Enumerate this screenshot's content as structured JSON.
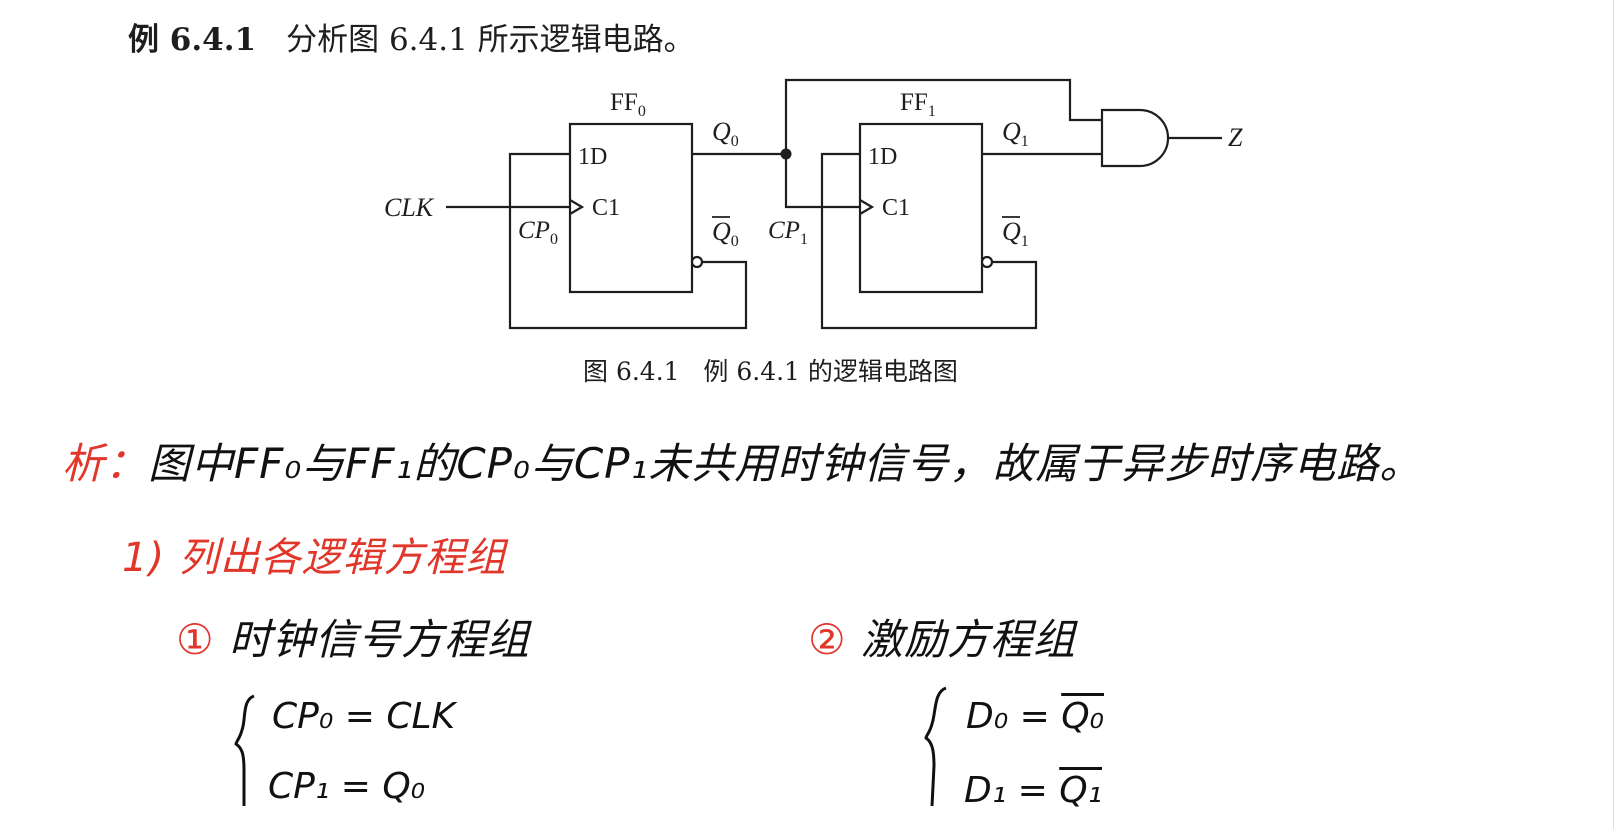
{
  "example": {
    "label": "例 6.4.1",
    "text": "分析图 6.4.1 所示逻辑电路。"
  },
  "circuit": {
    "ff0_name": "FF",
    "ff0_sub": "0",
    "ff1_name": "FF",
    "ff1_sub": "1",
    "d_pin": "1D",
    "c_pin": "C1",
    "clk": "CLK",
    "cp0": "CP",
    "cp0_sub": "0",
    "cp1": "CP",
    "cp1_sub": "1",
    "q0": "Q",
    "q0_sub": "0",
    "q0bar": "Q",
    "q0bar_sub": "0",
    "q1": "Q",
    "q1_sub": "1",
    "q1bar": "Q",
    "q1bar_sub": "1",
    "z": "Z"
  },
  "caption": {
    "fig": "图 6.4.1",
    "text": "例 6.4.1 的逻辑电路图"
  },
  "notes": {
    "analysis_label": "析：",
    "analysis_text": "图中FF₀与FF₁的CP₀与CP₁未共用时钟信号，故属于异步时序电路。",
    "step1": "1) 列出各逻辑方程组",
    "sub1": "时钟信号方程组",
    "sub2": "激励方程组",
    "eq_cp0_lhs": "CP₀ =",
    "eq_cp0_rhs": "CLK",
    "eq_cp1_lhs": "CP₁ =",
    "eq_cp1_rhs": "Q₀",
    "eq_d0_lhs": "D₀ =",
    "eq_d0_rhs": "Q₀",
    "eq_d1_lhs": "D₁ =",
    "eq_d1_rhs": "Q₁"
  },
  "colors": {
    "ink": "#111111",
    "red_ink": "#e1362a",
    "print": "#1e1e1e"
  }
}
